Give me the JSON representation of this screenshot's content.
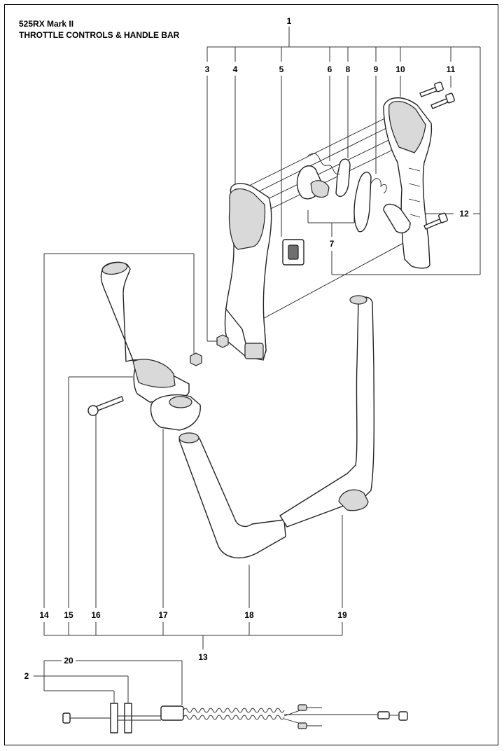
{
  "header": {
    "model": "525RX Mark II",
    "section": "THROTTLE CONTROLS & HANDLE BAR"
  },
  "callouts": [
    "1",
    "2",
    "3",
    "4",
    "5",
    "6",
    "7",
    "8",
    "9",
    "10",
    "11",
    "12",
    "13",
    "14",
    "15",
    "16",
    "17",
    "18",
    "19",
    "20"
  ]
}
